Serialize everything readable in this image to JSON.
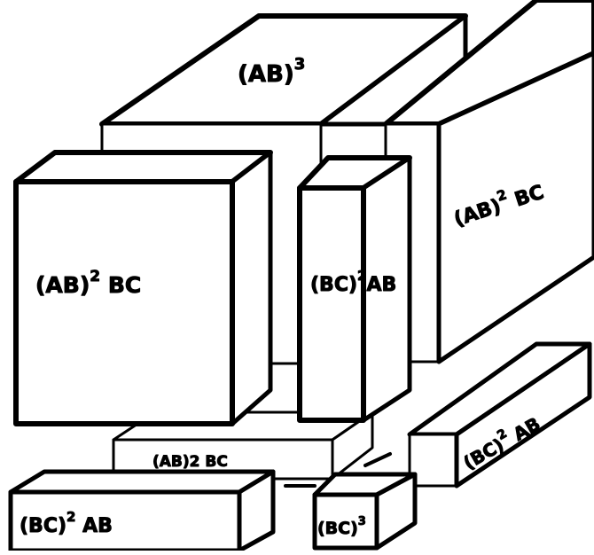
{
  "diagram": {
    "labels": {
      "ab_cubed": {
        "base": "(AB)",
        "exp": "3"
      },
      "ab_sq_bc_left": {
        "base": "(AB)",
        "exp": "2",
        "tail": " BC"
      },
      "bc_sq_ab_middle": {
        "base": "(BC)",
        "exp": "2",
        "tail": "AB"
      },
      "ab_sq_bc_right": {
        "base": "(AB)",
        "exp": "2",
        "tail": " BC"
      },
      "ab2_bc_slab": {
        "text": "(AB)2 BC"
      },
      "bc_sq_ab_right_low": {
        "base": "(BC)",
        "exp": "2",
        "tail": " AB"
      },
      "bc_sq_ab_bottom": {
        "base": "(BC)",
        "exp": "2",
        "tail": " AB"
      },
      "bc_cubed": {
        "base": "(BC)",
        "exp": "3"
      }
    }
  }
}
